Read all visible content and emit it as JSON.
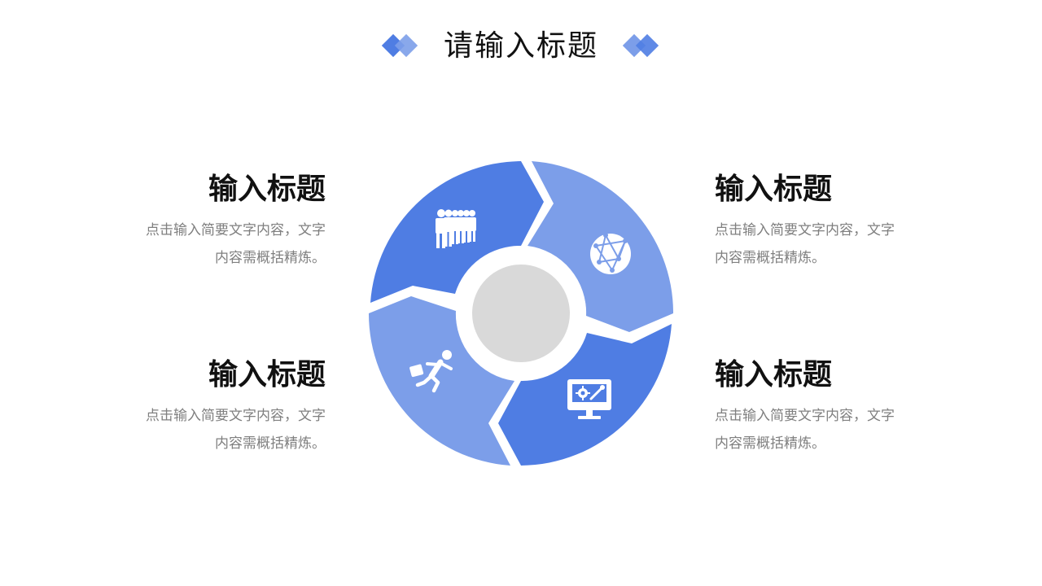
{
  "title": "请输入标题",
  "colors": {
    "dark_blue": "#4f7de3",
    "light_blue": "#7c9ee9",
    "center_gray": "#d9d9d9",
    "text_dark": "#111111",
    "text_gray": "#7f7f7f"
  },
  "items": [
    {
      "heading": "输入标题",
      "body_line1": "点击输入简要文字内容，文字",
      "body_line2": "内容需概括精炼。",
      "icon": "people-queue-icon"
    },
    {
      "heading": "输入标题",
      "body_line1": "点击输入简要文字内容，文字",
      "body_line2": "内容需概括精炼。",
      "icon": "network-globe-icon"
    },
    {
      "heading": "输入标题",
      "body_line1": "点击输入简要文字内容，文字",
      "body_line2": "内容需概括精炼。",
      "icon": "running-businessman-icon"
    },
    {
      "heading": "输入标题",
      "body_line1": "点击输入简要文字内容，文字",
      "body_line2": "内容需概括精炼。",
      "icon": "monitor-settings-icon"
    }
  ]
}
